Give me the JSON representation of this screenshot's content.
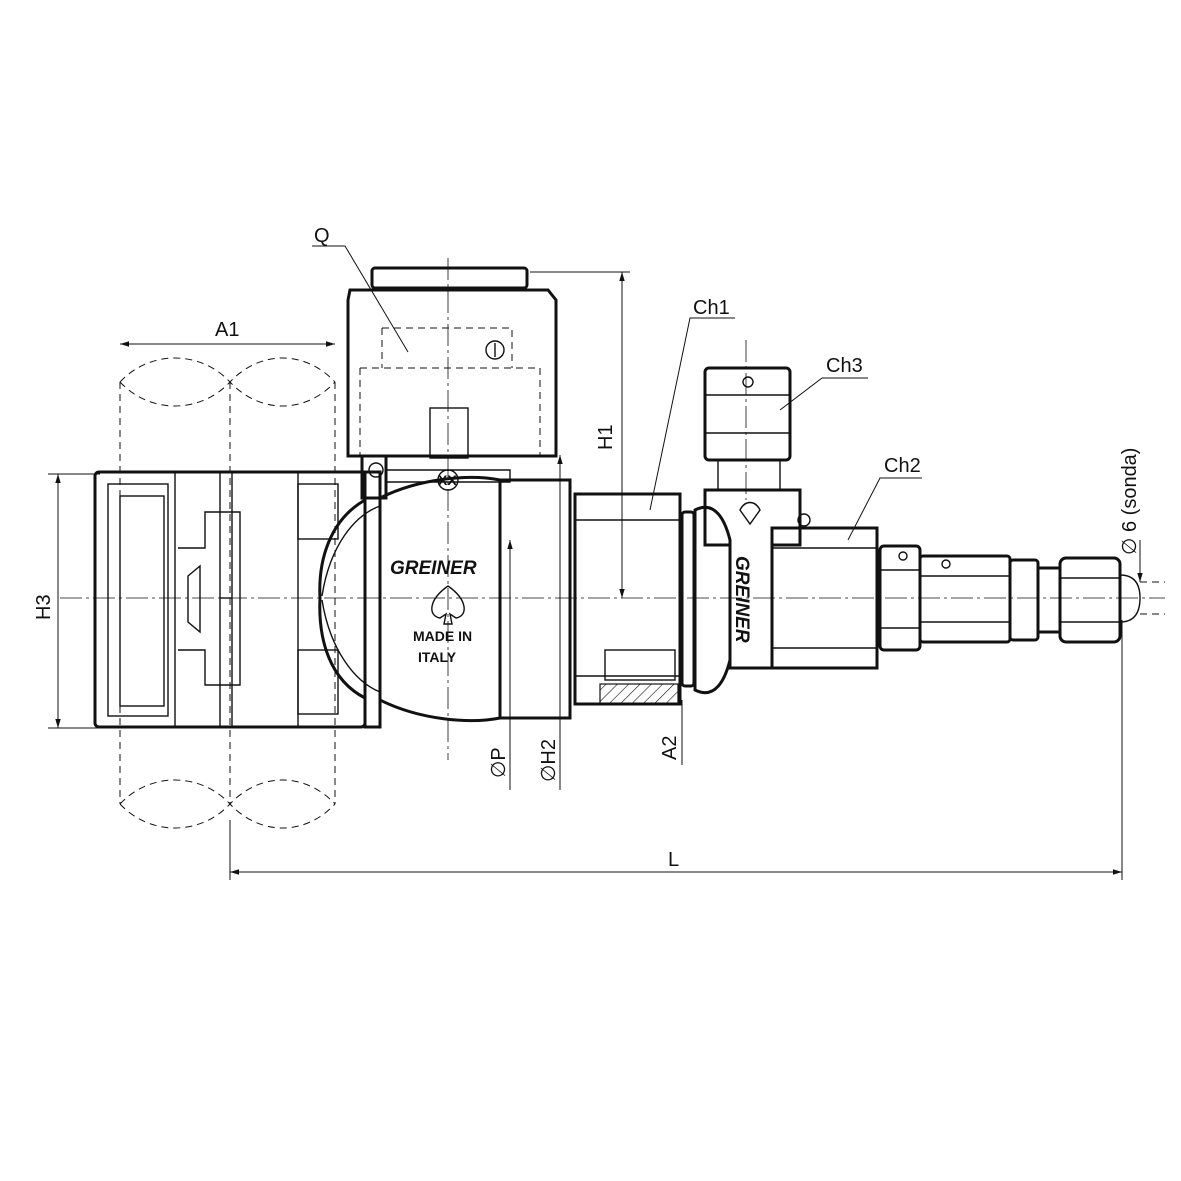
{
  "labels": {
    "q": "Q",
    "a1": "A1",
    "h1": "H1",
    "h2": "∅H2",
    "p": "∅P",
    "h3": "H3",
    "a2": "A2",
    "l": "L",
    "ch1": "Ch1",
    "ch2": "Ch2",
    "ch3": "Ch3",
    "probe": "∅ 6 (sonda)"
  },
  "body_text": {
    "brand_main": "GREINER",
    "brand_side": "GREINER",
    "made_in_1": "MADE IN",
    "made_in_2": "ITALY"
  },
  "marks": {
    "xx": "XX"
  },
  "colors": {
    "line": "#111111",
    "background": "#ffffff",
    "hatch": "#111111"
  }
}
